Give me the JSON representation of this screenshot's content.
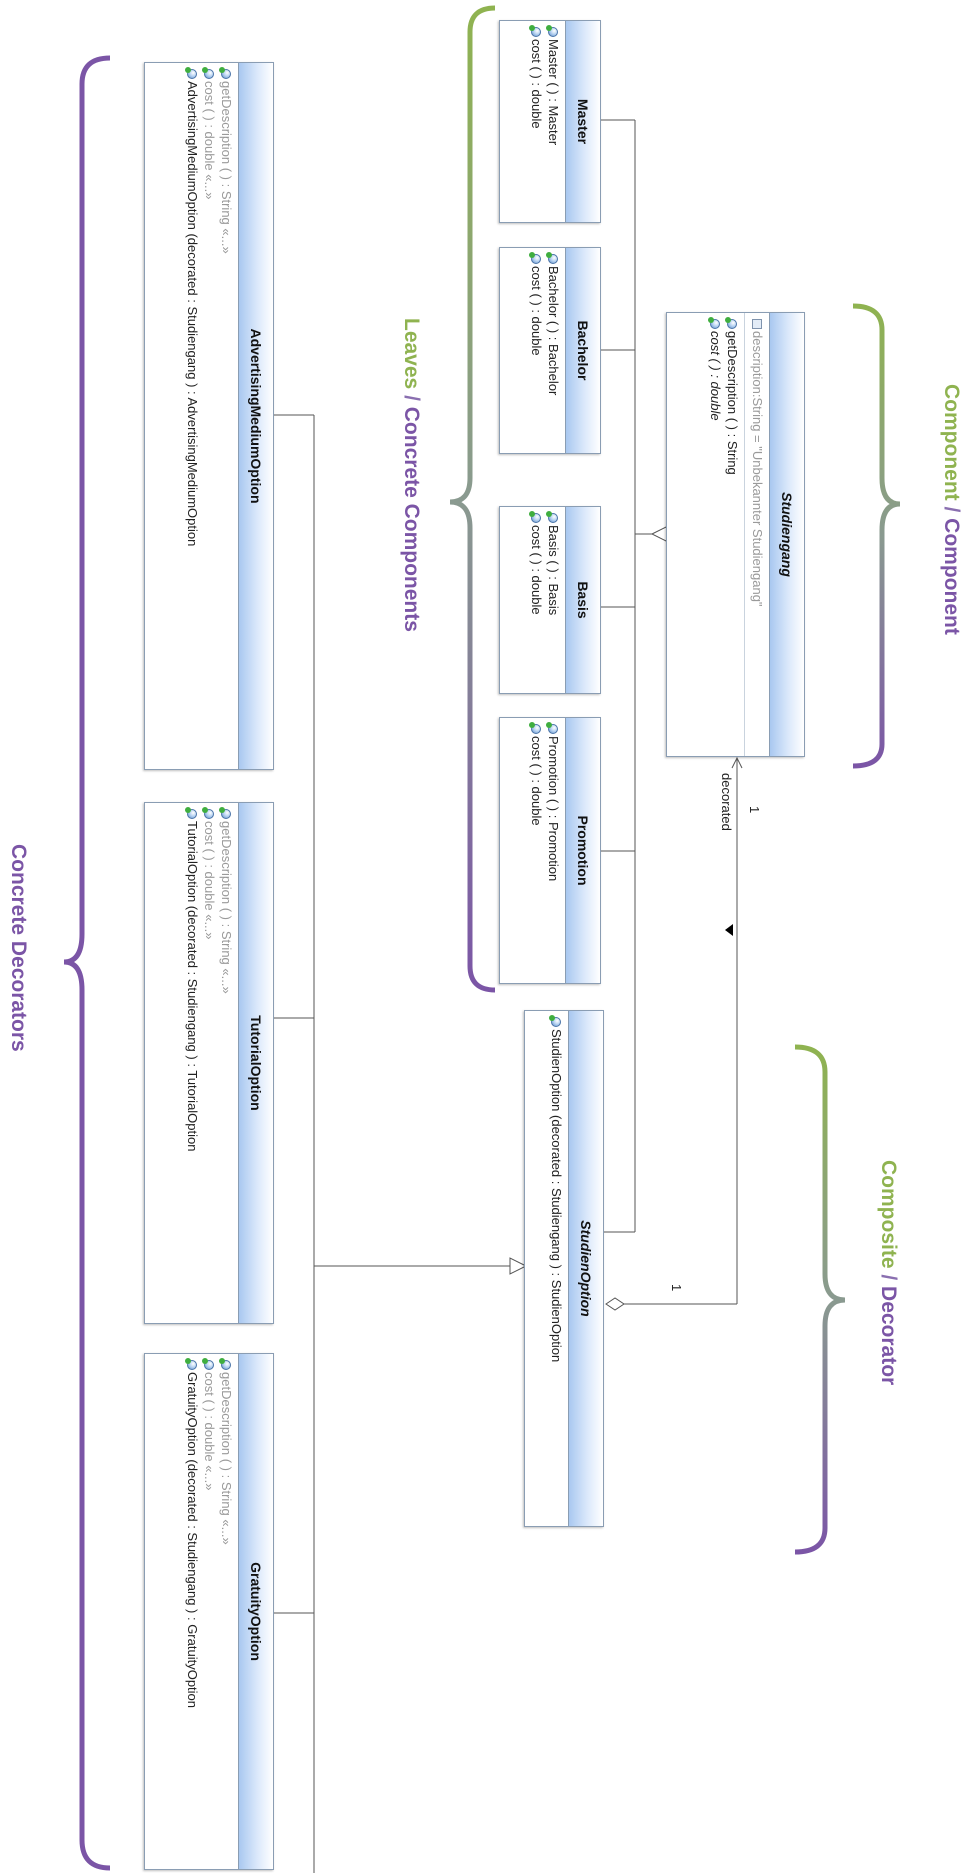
{
  "classes": {
    "master": {
      "name": "Master",
      "ops": [
        "Master ( ) : Master",
        "cost ( ) : double"
      ]
    },
    "bachelor": {
      "name": "Bachelor",
      "ops": [
        "Bachelor ( ) : Bachelor",
        "cost ( ) : double"
      ]
    },
    "basis": {
      "name": "Basis",
      "ops": [
        "Basis ( ) : Basis",
        "cost ( ) : double"
      ]
    },
    "promotion": {
      "name": "Promotion",
      "ops": [
        "Promotion ( ) : Promotion",
        "cost ( ) : double"
      ]
    },
    "studiengang": {
      "name": "Studiengang",
      "attr": "description:String = \"Unbekannter Studiengang\"",
      "ops": [
        "getDescription ( ) : String",
        "cost ( ) : double"
      ]
    },
    "studienoption": {
      "name": "StudienOption",
      "ops": [
        "StudienOption (decorated : Studiengang ) : StudienOption"
      ]
    },
    "advertising": {
      "name": "AdvertisingMediumOption",
      "ops": [
        "getDescription ( ) : String «...»",
        "cost ( ) : double «...»",
        "AdvertisingMediumOption (decorated : Studiengang ) : AdvertisingMediumOption"
      ]
    },
    "tutorial": {
      "name": "TutorialOption",
      "ops": [
        "getDescription ( ) : String «...»",
        "cost ( ) : double «...»",
        "TutorialOption (decorated : Studiengang ) : TutorialOption"
      ]
    },
    "gratuity": {
      "name": "GratuityOption",
      "ops": [
        "getDescription ( ) : String «...»",
        "cost ( ) : double «...»",
        "GratuityOption (decorated : Studiengang ) : GratuityOption"
      ]
    }
  },
  "association": {
    "role": "decorated",
    "mult_top": "1",
    "mult_bottom": "1"
  },
  "labels": {
    "component": {
      "left": "Component",
      "sep": " / ",
      "right": "Component"
    },
    "leaves": {
      "left": "Leaves",
      "sep": " / ",
      "right": "Concrete Components"
    },
    "composite": {
      "left": "Composite",
      "sep": " / ",
      "right": "Decorator"
    },
    "concrete": "Concrete Decorators"
  },
  "colors": {
    "green": "#8fb350",
    "purple": "#7b55a6",
    "header_blue": "#a9c8f0",
    "line": "#555555"
  }
}
